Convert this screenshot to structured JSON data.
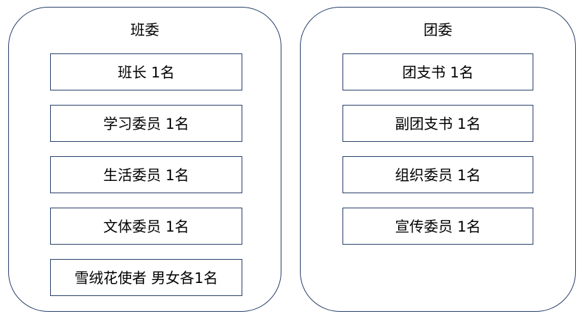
{
  "colors": {
    "outline": "#1F3864",
    "box_border": "#1F3864",
    "text": "#000000",
    "background": "#FFFFFF"
  },
  "panels": [
    {
      "title": "班委",
      "items": [
        "班长 1名",
        "学习委员 1名",
        "生活委员 1名",
        "文体委员 1名",
        "雪绒花使者 男女各1名"
      ]
    },
    {
      "title": "团委",
      "items": [
        "团支书 1名",
        "副团支书 1名",
        "组织委员 1名",
        "宣传委员 1名"
      ]
    }
  ]
}
